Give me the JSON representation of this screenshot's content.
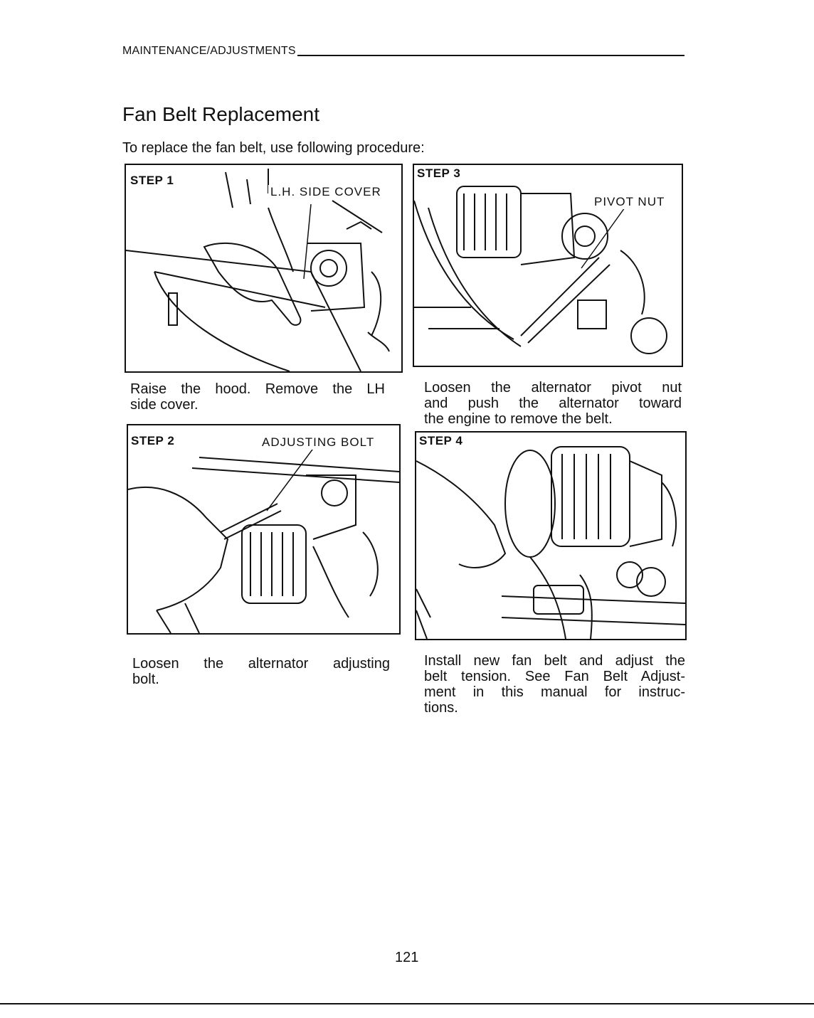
{
  "header": {
    "section": "MAINTENANCE/ADJUSTMENTS"
  },
  "title": "Fan Belt Replacement",
  "intro": "To replace the fan belt, use following procedure:",
  "steps": [
    {
      "label": "STEP 1",
      "callout": "L.H. SIDE COVER",
      "caption_lines": [
        "Raise the hood. Remove the LH",
        "side cover."
      ]
    },
    {
      "label": "STEP 2",
      "callout": "ADJUSTING BOLT",
      "caption_lines": [
        "Loosen the alternator adjusting",
        "bolt."
      ]
    },
    {
      "label": "STEP 3",
      "callout": "PIVOT NUT",
      "caption_lines": [
        "Loosen the alternator pivot nut",
        "and push the alternator toward",
        "the engine to remove the belt."
      ]
    },
    {
      "label": "STEP 4",
      "callout": "",
      "caption_lines": [
        "Install new fan belt and adjust the",
        "belt tension. See Fan Belt Adjust-",
        "ment in this manual for instruc-",
        "tions."
      ]
    }
  ],
  "page_number": "121",
  "icons": [
    "hood-illustration",
    "alternator-illustration"
  ]
}
